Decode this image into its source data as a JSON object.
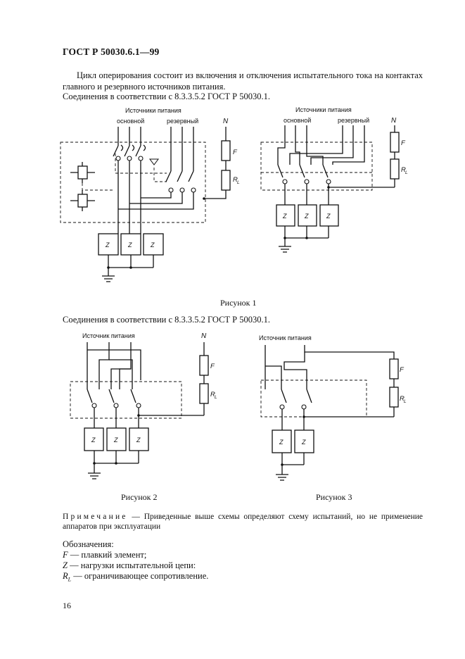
{
  "header": "ГОСТ Р 50030.6.1—99",
  "paragraph1": "Цикл оперирования состоит из включения и отключения испытательного тока на контактах главного и резервного источников питания.",
  "paragraph2": "Соединения в соответствии с 8.3.3.5.2 ГОСТ Р 50030.1.",
  "paragraph3": "Соединения в соответствии с 8.3.3.5.2 ГОСТ Р 50030.1.",
  "labels": {
    "sources_plural": "Источники питания",
    "source_single": "Источник питания",
    "main": "основной",
    "reserve": "резервный",
    "neutral": "N",
    "fuse": "F",
    "resistor": "R",
    "resistor_sub": "L",
    "load": "Z"
  },
  "captions": {
    "fig1": "Рисунок 1",
    "fig2": "Рисунок 2",
    "fig3": "Рисунок 3"
  },
  "note": {
    "lead": "Примечание",
    "text": " — Приведенные выше схемы определяют схему испытаний, но не применение аппаратов при эксплуатации"
  },
  "legend": {
    "title": "Обозначения:",
    "f_sym": "F",
    "f_text": " — плавкий элемент;",
    "z_sym": "Z",
    "z_text": " — нагрузки испытательной цепи:",
    "r_sym": "R",
    "r_sub": "L",
    "r_text": " — ограничивающее сопротивление."
  },
  "page_number": "16"
}
